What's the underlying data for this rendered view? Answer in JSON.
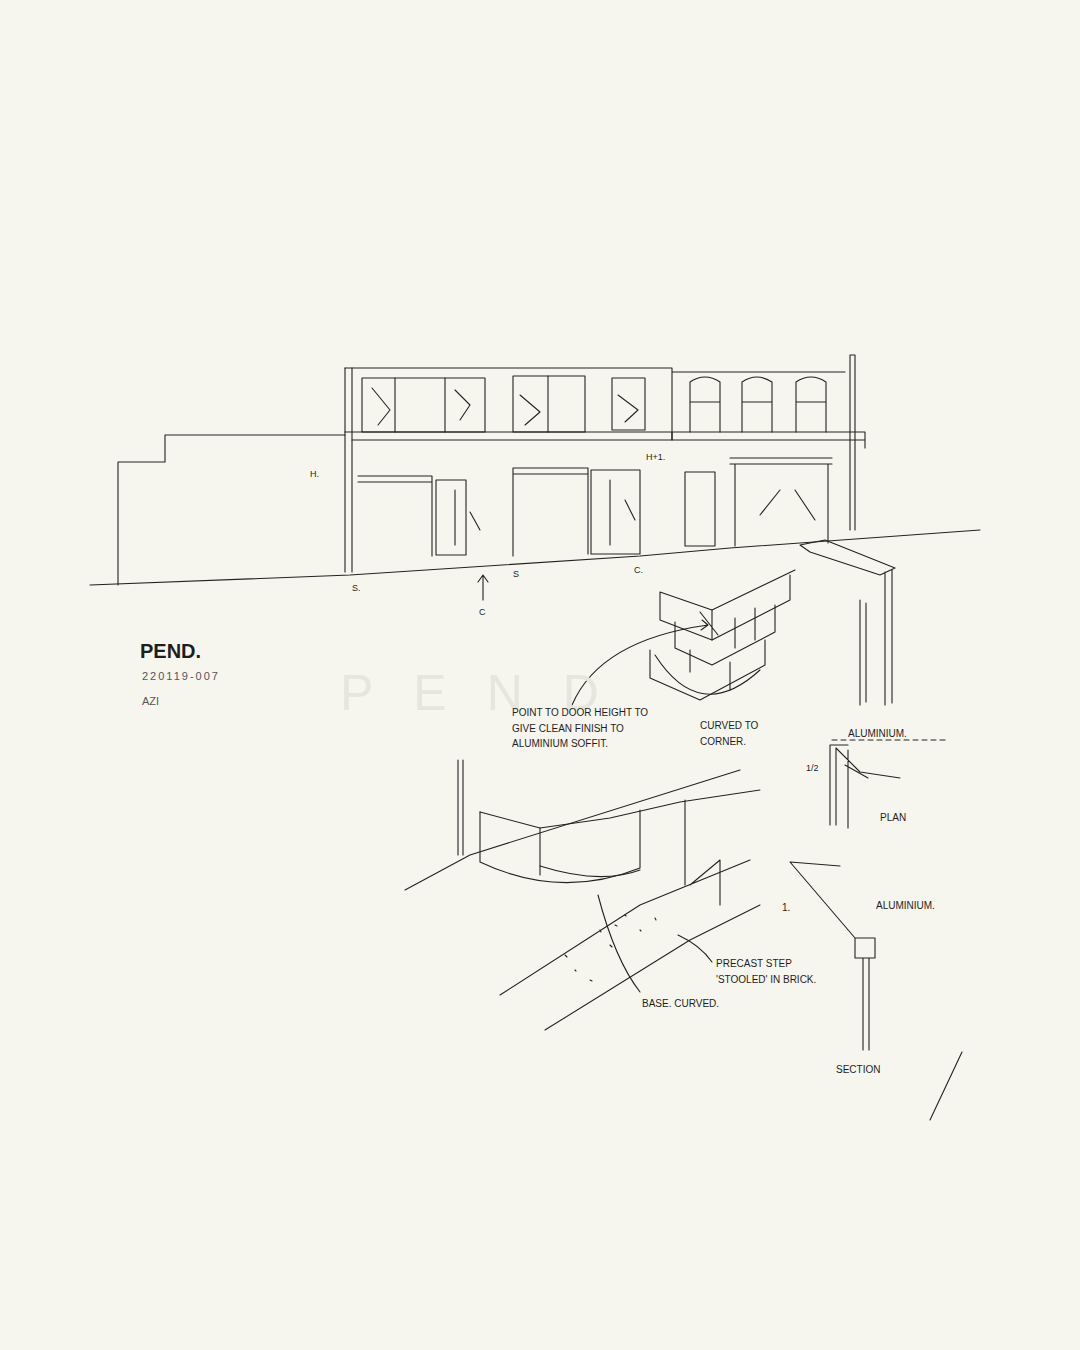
{
  "diagram": {
    "title": "PEND.",
    "labels": [
      "220119-007",
      "AZI",
      "PEND",
      "H.",
      "H+1.",
      "S.",
      "C",
      "S",
      "C.",
      "POINT TO DOOR HEIGHT TO GIVE CLEAN FINISH TO ALUMINIUM SOFFIT.",
      "CURVED TO CORNER.",
      "ALUMINIUM.",
      "1/2",
      "PLAN",
      "1.",
      "ALUMINIUM.",
      "PRECAST STEP 'STOOLED' IN BRICK.",
      "BASE. CURVED.",
      "SECTION"
    ]
  }
}
